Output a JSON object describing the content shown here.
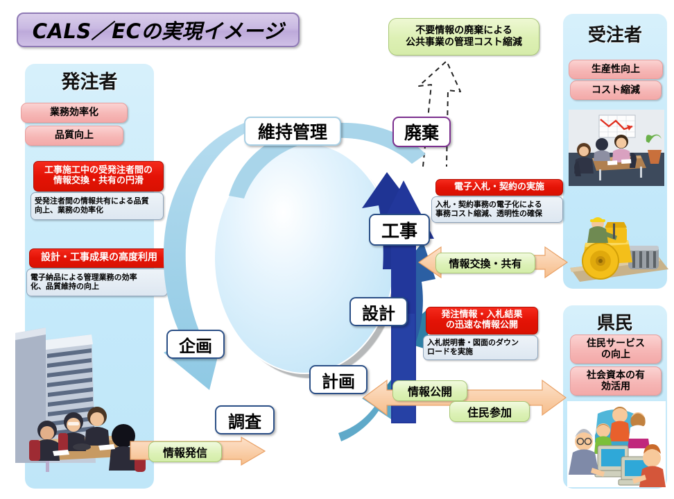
{
  "title": {
    "text": "CALS／ECの実現イメージ"
  },
  "left_panel": {
    "heading": "発注者",
    "pills": [
      "業務効率化",
      "品質向上"
    ],
    "callouts": [
      {
        "head": "工事施工中の受発注者間の\n情報交換・共有の円滑",
        "body": "受発注者間の情報共有による品質\n向上、業務の効率化"
      },
      {
        "head": "設計・工事成果の高度利用",
        "body": "電子納品による管理業務の効率\n化、品質維持の向上"
      }
    ],
    "illustration": "office-building-meeting-illustration"
  },
  "right_top_panel": {
    "heading": "受注者",
    "pills": [
      "生産性向上",
      "コスト縮減"
    ],
    "illustrations": [
      "business-meeting-illustration",
      "road-roller-illustration"
    ]
  },
  "right_bottom_panel": {
    "heading": "県民",
    "pills": [
      "住民サービス\nの向上",
      "社会資本の有\n効活用"
    ],
    "illustration": "family-computers-illustration"
  },
  "top_green_box": {
    "text": "不要情報の廃棄による\n公共事業の管理コスト縮減"
  },
  "center_callouts": [
    {
      "head": "電子入札・契約の実施",
      "body": "入札・契約事務の電子化による\n事務コスト縮減、透明性の確保"
    },
    {
      "head": "発注情報・入札結果\nの迅速な情報公開",
      "body": "入札説明書・図面のダウン\nロードを実施"
    }
  ],
  "cycle": {
    "stages": [
      {
        "id": "maintenance",
        "label": "維持管理"
      },
      {
        "id": "disposal",
        "label": "廃棄"
      },
      {
        "id": "construction",
        "label": "工事"
      },
      {
        "id": "design",
        "label": "設計"
      },
      {
        "id": "plan",
        "label": "計画"
      },
      {
        "id": "survey",
        "label": "調査"
      },
      {
        "id": "planning",
        "label": "企画"
      }
    ]
  },
  "flow_labels": [
    {
      "id": "info-exchange",
      "label": "情報交換・共有"
    },
    {
      "id": "info-disclosure",
      "label": "情報公開"
    },
    {
      "id": "resident-participation",
      "label": "住民参加"
    },
    {
      "id": "info-transmission",
      "label": "情報発信"
    }
  ],
  "colors": {
    "title_fill": "#c9b9e2",
    "title_border": "#8f7ab5",
    "panel_blue": "#c4e9fa",
    "pill_pink": "#f6b7b6",
    "callout_red": "#e41306",
    "green": "#ddf0b4",
    "arrow_orange": "#f6c9a0",
    "cycle_dark_navy": "#21369c",
    "cycle_teal": "#2d7fa8",
    "cycle_light_blue": "#9fd2e8"
  }
}
